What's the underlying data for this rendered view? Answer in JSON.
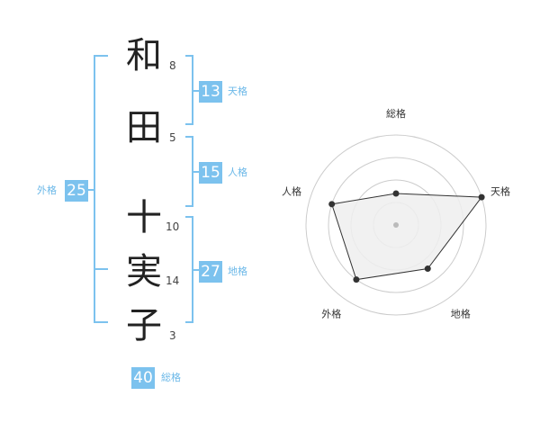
{
  "name": {
    "characters": [
      {
        "char": "和",
        "strokes": "8"
      },
      {
        "char": "田",
        "strokes": "5"
      },
      {
        "char": "十",
        "strokes": "10"
      },
      {
        "char": "実",
        "strokes": "14"
      },
      {
        "char": "子",
        "strokes": "3"
      }
    ]
  },
  "fortune": {
    "tenkaku": {
      "value": "13",
      "label": "天格"
    },
    "jinkaku": {
      "value": "15",
      "label": "人格"
    },
    "chikaku": {
      "value": "27",
      "label": "地格"
    },
    "gaikaku": {
      "value": "25",
      "label": "外格"
    },
    "soukaku": {
      "value": "40",
      "label": "総格"
    }
  },
  "chart_data": {
    "type": "radar",
    "axes": [
      "総格",
      "天格",
      "地格",
      "外格",
      "人格"
    ],
    "values": [
      0.35,
      1.0,
      0.6,
      0.75,
      0.75
    ],
    "rings": 4,
    "colors": {
      "fill": "#eeeeee",
      "line": "#333333",
      "ring": "#cccccc",
      "center": "#bbbbbb"
    }
  }
}
